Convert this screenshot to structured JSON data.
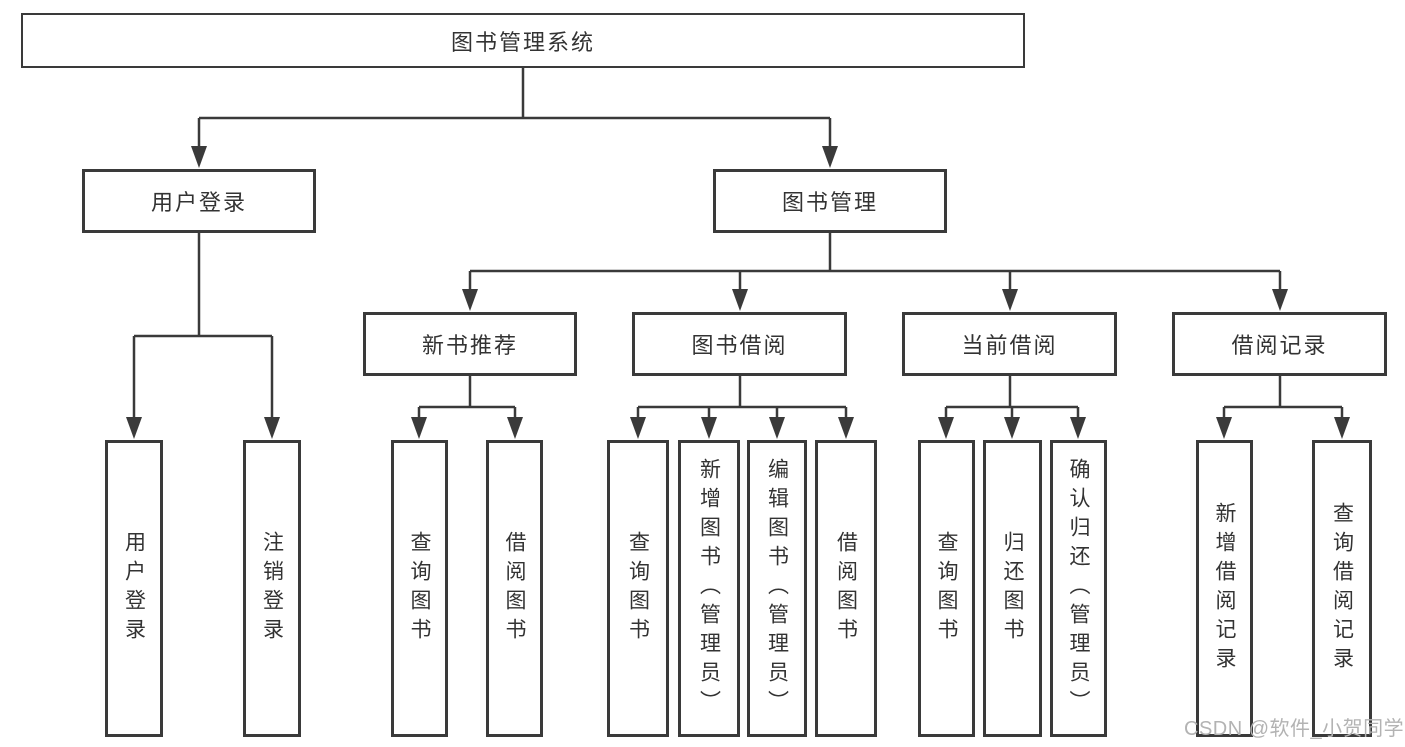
{
  "diagram": {
    "root": {
      "label": "图书管理系统"
    },
    "level2": [
      {
        "label": "用户登录"
      },
      {
        "label": "图书管理"
      }
    ],
    "level3": [
      {
        "label": "新书推荐",
        "parent": "图书管理"
      },
      {
        "label": "图书借阅",
        "parent": "图书管理"
      },
      {
        "label": "当前借阅",
        "parent": "图书管理"
      },
      {
        "label": "借阅记录",
        "parent": "图书管理"
      }
    ],
    "leaves": [
      {
        "label": "用户登录",
        "parent": "用户登录"
      },
      {
        "label": "注销登录",
        "parent": "用户登录"
      },
      {
        "label": "查询图书",
        "parent": "新书推荐"
      },
      {
        "label": "借阅图书",
        "parent": "新书推荐"
      },
      {
        "label": "查询图书",
        "parent": "图书借阅"
      },
      {
        "label": "新增图书（管理员）",
        "parent": "图书借阅"
      },
      {
        "label": "编辑图书（管理员）",
        "parent": "图书借阅"
      },
      {
        "label": "借阅图书",
        "parent": "图书借阅"
      },
      {
        "label": "查询图书",
        "parent": "当前借阅"
      },
      {
        "label": "归还图书",
        "parent": "当前借阅"
      },
      {
        "label": "确认归还（管理员）",
        "parent": "当前借阅"
      },
      {
        "label": "新增借阅记录",
        "parent": "借阅记录"
      },
      {
        "label": "查询借阅记录",
        "parent": "借阅记录"
      }
    ]
  },
  "watermark": "CSDN @软件_小贺同学",
  "colors": {
    "line": "#3a3a3a",
    "box_border": "#3a3a3a",
    "text": "#333333",
    "watermark": "#b3b3b3",
    "background": "#ffffff"
  }
}
